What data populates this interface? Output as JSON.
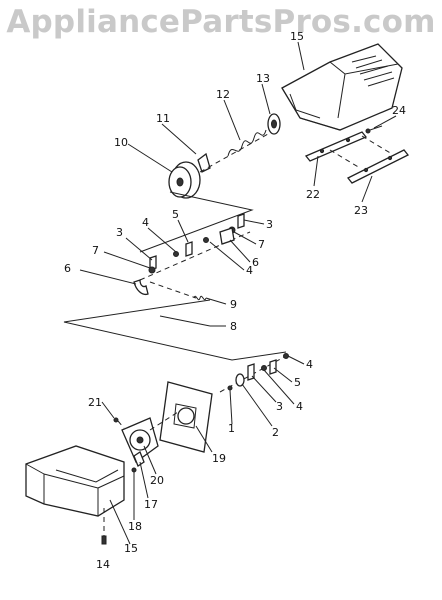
{
  "watermark": "AppliancePartsPros.com",
  "callouts": {
    "c1": "1",
    "c2": "2",
    "c3a": "3",
    "c3b": "3",
    "c3c": "3",
    "c4a": "4",
    "c4b": "4",
    "c4c": "4",
    "c4d": "4",
    "c5a": "5",
    "c5b": "5",
    "c6a": "6",
    "c6b": "6",
    "c7a": "7",
    "c7b": "7",
    "c8": "8",
    "c9": "9",
    "c10": "10",
    "c11": "11",
    "c12": "12",
    "c13": "13",
    "c14": "14",
    "c15a": "15",
    "c15b": "15",
    "c17": "17",
    "c18": "18",
    "c19": "19",
    "c20": "20",
    "c21": "21",
    "c22": "22",
    "c23": "23",
    "c24": "24"
  }
}
